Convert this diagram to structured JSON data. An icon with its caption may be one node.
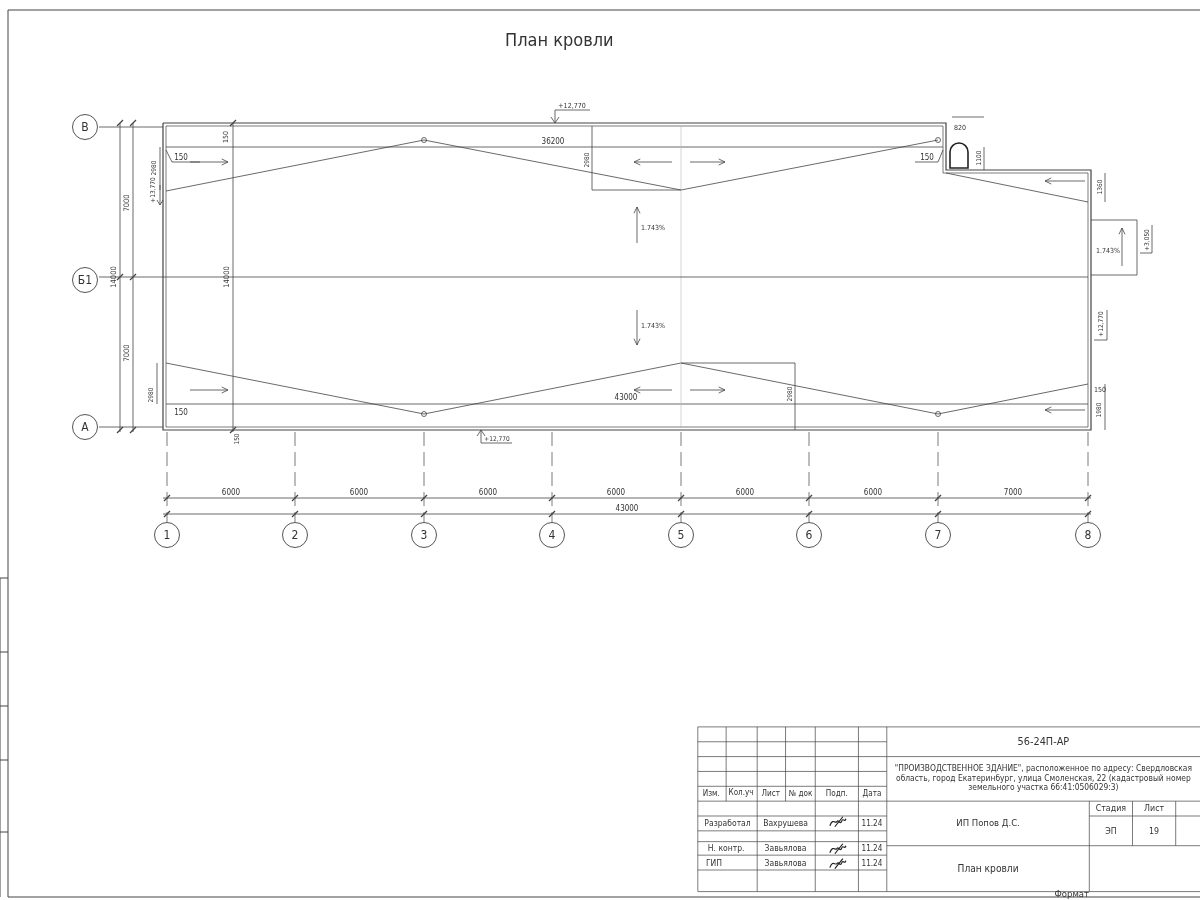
{
  "diagram": {
    "title": "План кровли",
    "nodes": [
      {
        "text": [
          "В"
        ]
      },
      {
        "text": [
          "Б1"
        ]
      },
      {
        "text": [
          "А"
        ]
      },
      {
        "text": [
          "1"
        ]
      },
      {
        "text": [
          "2"
        ]
      },
      {
        "text": [
          "3"
        ]
      },
      {
        "text": [
          "4"
        ]
      },
      {
        "text": [
          "5"
        ]
      },
      {
        "text": [
          "6"
        ]
      },
      {
        "text": [
          "7"
        ]
      },
      {
        "text": [
          "8"
        ]
      }
    ],
    "labels": [
      "+12,770",
      "820",
      "150",
      "36200",
      "150",
      "2980",
      "2980",
      "150",
      "1100",
      "+13,770",
      "7000",
      "1360",
      "1.743%",
      "1.743%",
      "+3,050",
      "14000",
      "14000",
      "+12,770",
      "1.743%",
      "7000",
      "2980",
      "2980",
      "43000",
      "150",
      "150",
      "1980",
      "150",
      "+12,770",
      "6000",
      "6000",
      "6000",
      "6000",
      "6000",
      "6000",
      "7000",
      "43000",
      "56-24П-АР",
      "\"ПРОИЗВОДСТВЕННОЕ ЗДАНИЕ\", расположенное по адресу: Свердловская область, город Екатеринбург, улица Смоленская, 22 (кадастровый номер земельного участка 66:41:0506029:3)",
      "Изм.",
      "Кол.уч",
      "Лист",
      "№ док",
      "Подп.",
      "Дата",
      "Разработал",
      "Вахрушева",
      "11.24",
      "ИП Попов Д.С.",
      "Стадия",
      "Лист",
      "ЭП",
      "19",
      "Н. контр.",
      "Завьялова",
      "11.24",
      "ГИП",
      "Завьялова",
      "11.24",
      "План кровли",
      "Формат"
    ]
  }
}
